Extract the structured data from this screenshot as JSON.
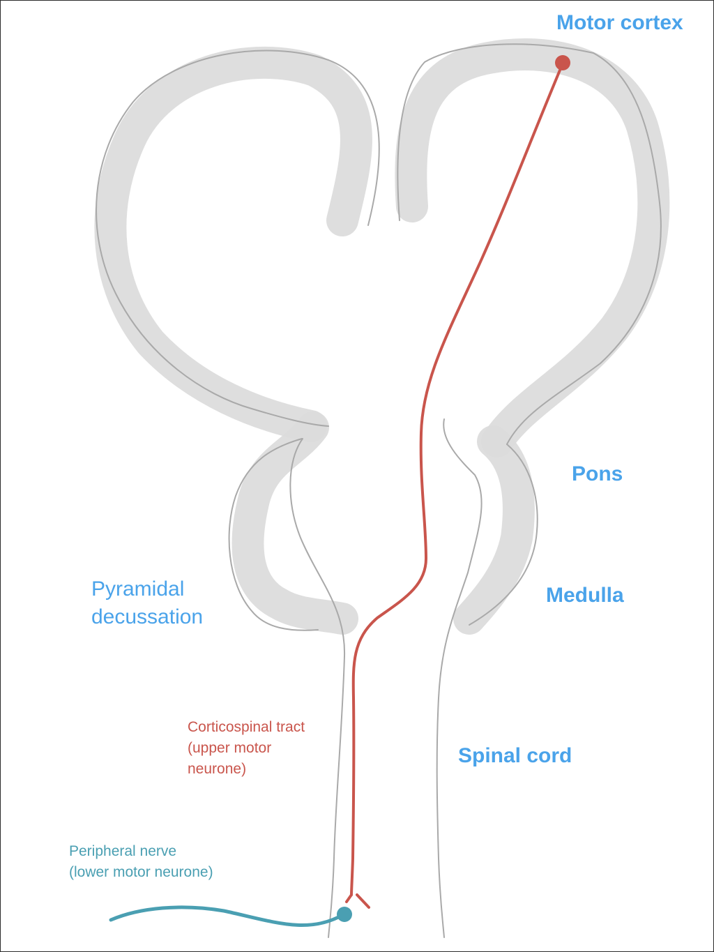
{
  "labels": {
    "motor_cortex": "Motor cortex",
    "pons": "Pons",
    "medulla": "Medulla",
    "spinal_cord": "Spinal cord",
    "pyramidal_decussation": [
      "Pyramidal",
      "decussation"
    ],
    "corticospinal_tract": [
      "Corticospinal tract",
      "(upper motor",
      "neurone)"
    ],
    "peripheral_nerve": [
      "Peripheral nerve",
      "(lower motor neurone)"
    ]
  },
  "colors": {
    "structure_label": "#4aa3ea",
    "upper_motor_neurone": "#c9554c",
    "lower_motor_neurone": "#4a9fb2",
    "brain_band": "#dcdcdc",
    "outline": "#a9a9a9"
  }
}
